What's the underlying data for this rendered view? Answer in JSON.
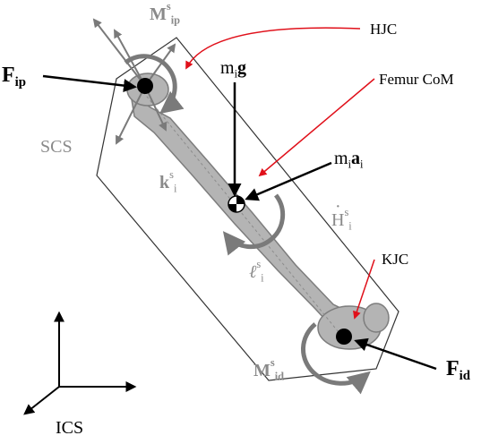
{
  "labels": {
    "hjc": "HJC",
    "femur_com": "Femur CoM",
    "kjc": "KJC",
    "ics": "ICS",
    "scs": "SCS",
    "m_ip": {
      "base": "M",
      "sup": "s",
      "sub": "ip"
    },
    "f_ip": {
      "base": "F",
      "sub": "ip"
    },
    "m_i_g": {
      "m": "m",
      "sub": "i",
      "g": "g"
    },
    "m_i_a_i": {
      "m": "m",
      "sub1": "i",
      "a": "a",
      "sub2": "i"
    },
    "k_s_i": {
      "base": "k",
      "sup": "s",
      "sub": "i"
    },
    "h_s_i": {
      "base": "H",
      "sup": "s",
      "sub": "i"
    },
    "l_s_i": {
      "base": "ℓ",
      "sup": "s",
      "sub": "i"
    },
    "m_id": {
      "base": "M",
      "sup": "s",
      "sub": "id"
    },
    "f_id": {
      "base": "F",
      "sub": "id"
    }
  },
  "colors": {
    "callout": "#e0101a",
    "bone": "#b4b4b4",
    "bone_edge": "#7d7d7d",
    "moment": "#7a7a7a",
    "ink": "#000000"
  }
}
